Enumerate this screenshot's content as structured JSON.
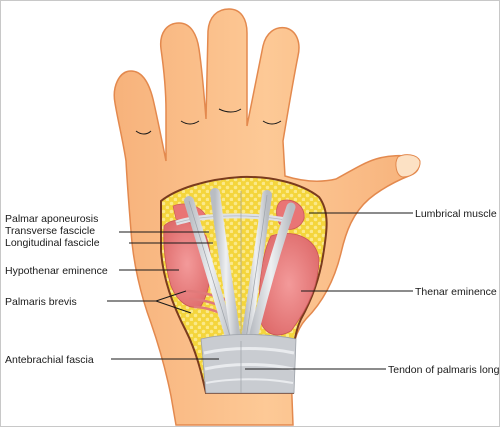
{
  "labels": {
    "palmar_aponeurosis": "Palmar aponeurosis",
    "transverse_fascicle": "Transverse fascicle",
    "longitudinal_fascicle": "Longitudinal fascicle",
    "hypothenar_eminence": "Hypothenar eminence",
    "palmaris_brevis": "Palmaris brevis",
    "antebrachial_fascia": "Antebrachial fascia",
    "lumbrical_muscle": "Lumbrical muscle",
    "thenar_eminence": "Thenar eminence",
    "tendon_palmaris_longus": "Tendon of palmaris longus"
  },
  "colors": {
    "skin": "#fbc48e",
    "skin_outline": "#e3894e",
    "fat": "#f4d53c",
    "fat_dot": "#fbe98a",
    "muscle": "#ec7f7f",
    "muscle_dark": "#d86464",
    "fascia": "#c6c9ce",
    "fascia_light": "#e6e8eb",
    "window_border": "#7a3b1e"
  }
}
